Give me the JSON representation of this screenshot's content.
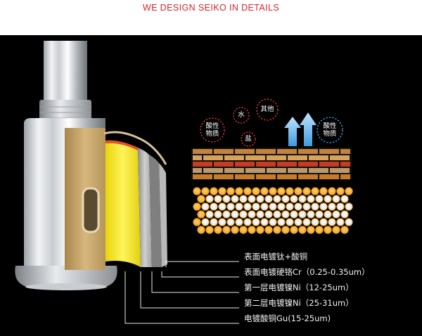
{
  "header": {
    "title": "WE DESIGN SEIKO IN DETAILS"
  },
  "bubbles": {
    "acid_left": "酸性\n物质",
    "water": "水",
    "other": "其他",
    "salt": "盐",
    "acid_right": "酸性\n物质"
  },
  "layers": [
    "表面电镀钛+酸铜",
    "表面电镀硬铬Cr（0.25-0.35um）",
    "第一层电镀镍Ni（12-25um）",
    "第二层电镀镍Ni（25-31um）",
    "电镀酸铜Gu(15-25um)"
  ],
  "colors": {
    "header_text": "#d8232a",
    "background": "#000000",
    "accent_red": "#e43a2f",
    "accent_blue": "#3aa6e6",
    "arrow": "#6fb8e8",
    "yellow_layer": "#f3e20f",
    "copper_layer": "#c4a46a"
  }
}
